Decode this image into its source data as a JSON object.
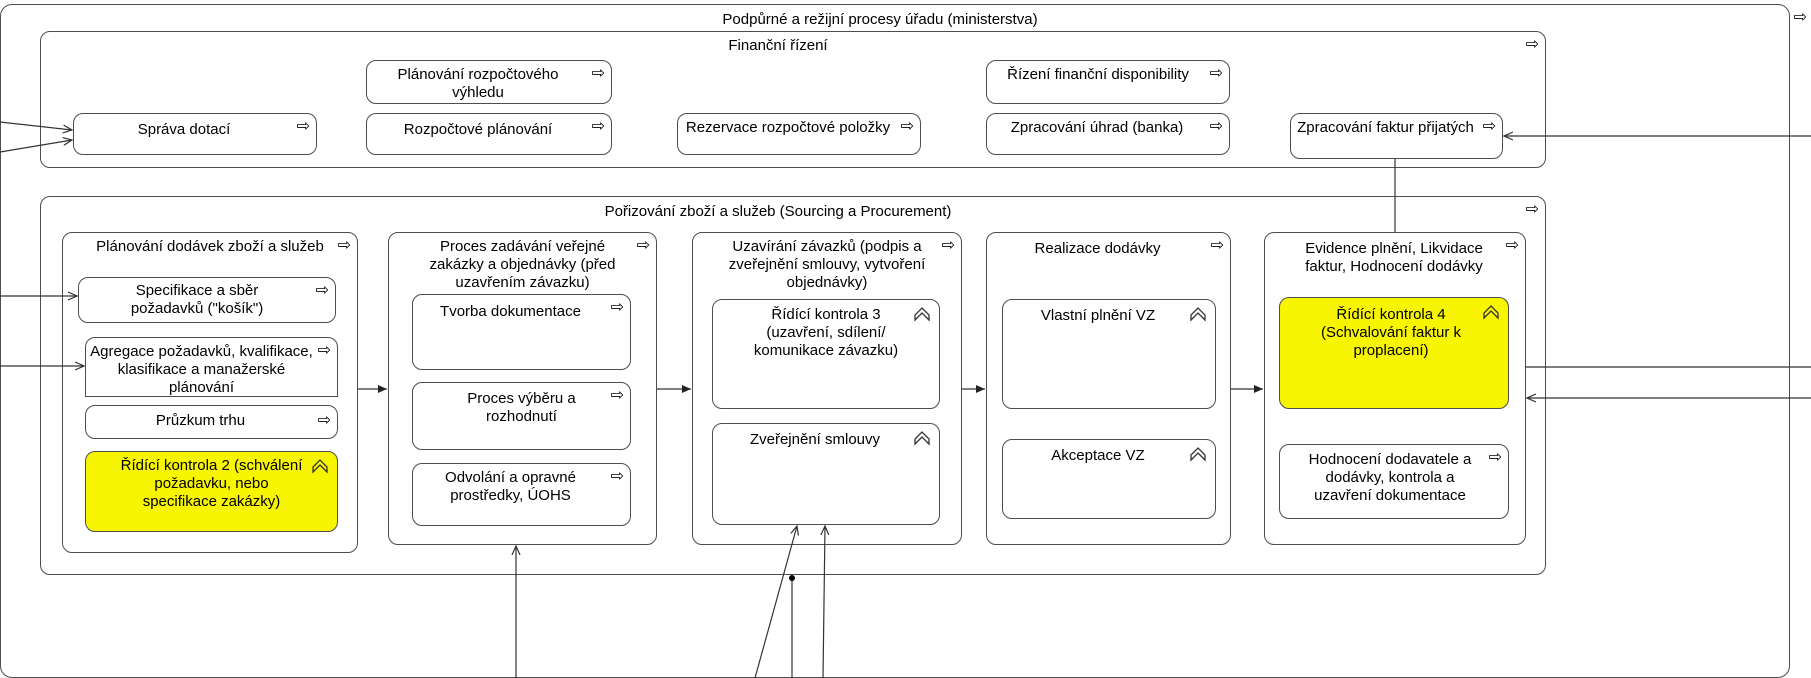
{
  "title": "Podpůrné a režijní procesy úřadu (ministerstva)",
  "financni": {
    "title": "Finanční řízení",
    "items": [
      "Správa dotací",
      "Plánování rozpočtového výhledu",
      "Rozpočtové plánování",
      "Rezervace rozpočtové položky",
      "Řízení finanční disponibility",
      "Zpracování úhrad (banka)",
      "Zpracování faktur přijatých"
    ]
  },
  "porizovani": {
    "title": "Pořizování zboží a služeb (Sourcing a Procurement)",
    "planovani": {
      "title": "Plánování dodávek zboží a služeb",
      "items": [
        "Specifikace a sběr požadavků (\"košík\")",
        "Agregace požadavků, kvalifikace, klasifikace a manažerské plánování",
        "Průzkum trhu",
        "Řídící kontrola 2 (schválení požadavku, nebo specifikace zakázky)"
      ]
    },
    "zadavani": {
      "title": "Proces zadávání veřejné zakázky a objednávky (před uzavřením závazku)",
      "items": [
        "Tvorba dokumentace",
        "Proces výběru a rozhodnutí",
        "Odvolání a opravné prostředky, ÚOHS"
      ]
    },
    "uzavirani": {
      "title": "Uzavírání závazků (podpis a zveřejnění smlouvy, vytvoření objednávky)",
      "items": [
        "Řídící kontrola 3 (uzavření, sdílení/ komunikace závazku)",
        "Zveřejnění smlouvy"
      ]
    },
    "realizace": {
      "title": "Realizace dodávky",
      "items": [
        "Vlastní plnění VZ",
        "Akceptace VZ"
      ]
    },
    "evidence": {
      "title": "Evidence plnění, Likvidace faktur, Hodnocení dodávky",
      "items": [
        "Řídící kontrola 4 (Schvalování faktur k proplacení)",
        "Hodnocení dodavatele a dodávky, kontrola a uzavření dokumentace"
      ]
    }
  },
  "icons": {
    "process": "arrow-right-outline-icon",
    "event": "chevron-up-outline-icon"
  },
  "colors": {
    "highlight": "#f7f500",
    "border": "#4d4d4d"
  }
}
